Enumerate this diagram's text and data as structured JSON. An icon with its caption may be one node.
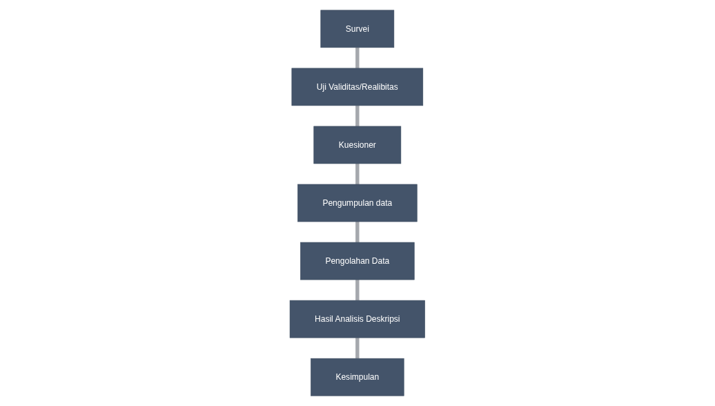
{
  "diagram": {
    "nodes": [
      {
        "text": [
          "Survei"
        ]
      },
      {
        "text": [
          "Uji Validitas/Realibitas"
        ]
      },
      {
        "text": [
          "Kuesioner"
        ]
      },
      {
        "text": [
          "Pengumpulan data"
        ]
      },
      {
        "text": [
          "Pengolahan Data"
        ]
      },
      {
        "text": [
          "Hasil Analisis Deskripsi"
        ]
      },
      {
        "text": [
          "Kesimpulan"
        ]
      }
    ],
    "edges": [
      {
        "from": 0,
        "to": 1,
        "arrow": "none"
      },
      {
        "from": 1,
        "to": 2,
        "arrow": "none"
      },
      {
        "from": 2,
        "to": 3,
        "arrow": "none"
      },
      {
        "from": 3,
        "to": 4,
        "arrow": "none"
      },
      {
        "from": 4,
        "to": 5,
        "arrow": "none"
      },
      {
        "from": 5,
        "to": 6,
        "arrow": "none"
      }
    ]
  }
}
